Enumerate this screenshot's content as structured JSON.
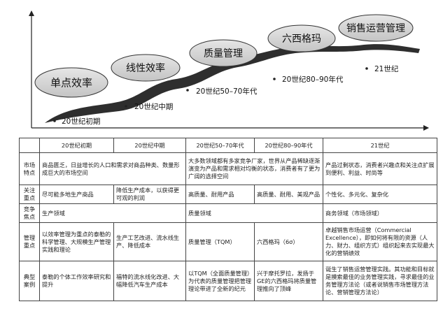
{
  "diagram": {
    "stages": [
      {
        "label": "单点效率",
        "era": "20世纪初期"
      },
      {
        "label": "线性效率",
        "era": "20世纪中期"
      },
      {
        "label": "质量管理",
        "era": "20世纪50–70年代"
      },
      {
        "label": "六西格玛",
        "era": "20世纪80–90年代"
      },
      {
        "label": "销售运营管理",
        "era": "21世纪"
      }
    ]
  },
  "table": {
    "columns": [
      "",
      "20世纪初期",
      "20世纪中期",
      "20世纪50–70年代",
      "20世纪80–90年代",
      "21世纪"
    ],
    "rows": [
      {
        "head": "市场\n特点",
        "cells": [
          {
            "text": "商品匮乏，日益增长的人口和需求对商品种类、数量形成巨大的市场空间",
            "span": 2
          },
          {
            "text": "大多数领域都有多家竞争厂家，世界从产品稀缺逐渐演变为产品和需求相对均衡的状态，消费者有了更为广阔的选择空间",
            "span": 2
          },
          {
            "text": "产品过剩状态，消费者兴趣点和关注点扩展到便利、利益、时尚等",
            "span": 1
          }
        ]
      },
      {
        "head": "关注\n重点",
        "cells": [
          {
            "text": "尽可能多地生产商品",
            "span": 1
          },
          {
            "text": "降低生产成本，以获得更可观的利润",
            "span": 1
          },
          {
            "text": "高质量、耐用产品",
            "span": 1
          },
          {
            "text": "高质量、耐用、美观产品",
            "span": 1
          },
          {
            "text": "个性化、多元化、复杂化",
            "span": 1
          }
        ]
      },
      {
        "head": "竞争\n焦点",
        "cells": [
          {
            "text": "生产领域",
            "span": 2
          },
          {
            "text": "质量领域",
            "span": 2
          },
          {
            "text": "商务领域（市场领域）",
            "span": 1
          }
        ]
      },
      {
        "head": "管理\n重点",
        "cells": [
          {
            "text": "以效率管理为重点的泰勒的科学管理、大规模生产管理实践和理论",
            "span": 1
          },
          {
            "text": "生产工艺改进、流水线生产、降低成本",
            "span": 1
          },
          {
            "text": "质量管理（TQM）",
            "span": 1
          },
          {
            "text": "六西格玛（6σ）",
            "span": 1
          },
          {
            "text": "卓越销售市场运营（Commercial Excellence），即如何将有限的资源（人力、财力、组织方式）组织起来去实现最大化的营销绩效",
            "span": 1
          }
        ]
      },
      {
        "head": "典型\n案例",
        "cells": [
          {
            "text": "泰勒的个体工作效率研究和提升",
            "span": 1
          },
          {
            "text": "福特的流水线化改进、大幅降低汽车生产成本",
            "span": 1
          },
          {
            "text": "以TQM（全面质量管理）为代表的质量管理把管理理论带进了全新的纪元",
            "span": 1
          },
          {
            "text": "兴于摩托罗拉，发扬于GE的六西格玛将质量管理推向了顶峰",
            "span": 1
          },
          {
            "text": "诞生了销售运营管理实践。其功能和目标就是摸索最佳的业务管理实践，寻求最佳的业务管理方法论（或者说销售市场管理方法论、营销管理方法论）",
            "span": 1
          }
        ]
      }
    ]
  }
}
